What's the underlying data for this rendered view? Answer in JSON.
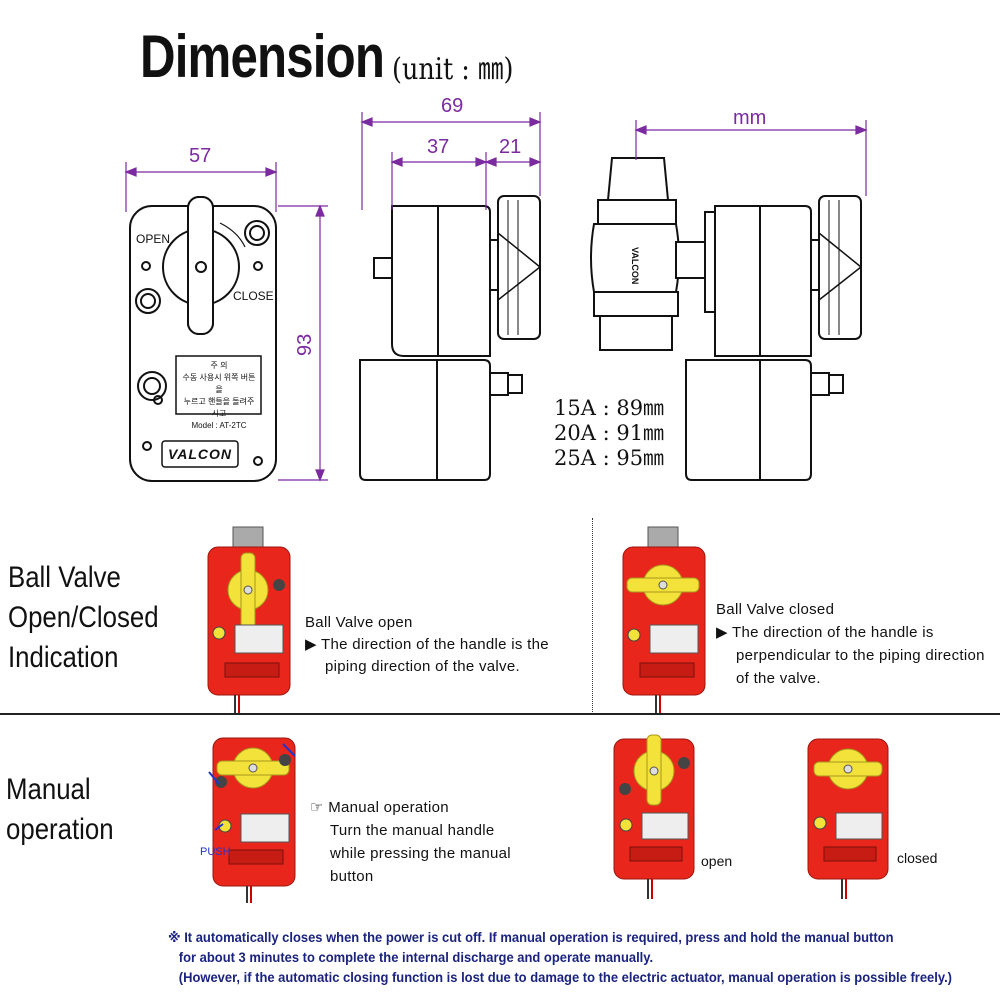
{
  "header": {
    "title": "Dimension",
    "unit": "(unit : ㎜)"
  },
  "dimensions": {
    "front_width": "57",
    "front_height": "93",
    "side_total": "69",
    "side_body": "37",
    "side_knob": "21",
    "assembly_label": "mm"
  },
  "device_labels": {
    "open": "OPEN",
    "close": "CLOSE",
    "plate_title": "주 의",
    "plate_line1": "수동 사용시 위쪽 버튼을",
    "plate_line2": "누르고 핸들을 돌려주시고",
    "plate_model": "Model : AT-2TC",
    "brand": "VALCON",
    "valve_brand": "VALCON"
  },
  "sizes": [
    {
      "size": "15A",
      "value": "89㎜"
    },
    {
      "size": "20A",
      "value": "91㎜"
    },
    {
      "size": "25A",
      "value": "95㎜"
    }
  ],
  "indication": {
    "title_lines": [
      "Ball Valve",
      "Open/Closed",
      "Indication"
    ],
    "open_caption": "Ball Valve open",
    "open_desc_1": "▶ The direction of the handle is the",
    "open_desc_2": "piping direction of the valve.",
    "closed_caption": "Ball Valve closed",
    "closed_desc_1": "▶ The direction of the handle is",
    "closed_desc_2": "perpendicular to the piping direction",
    "closed_desc_3": "of the valve."
  },
  "manual": {
    "title_lines": [
      "Manual",
      "operation"
    ],
    "push_label": "PUSH",
    "desc_1": "☞ Manual operation",
    "desc_2": "Turn the manual handle",
    "desc_3": "while pressing the manual",
    "desc_4": "button",
    "open_label": "open",
    "closed_label": "closed"
  },
  "note": {
    "line1": "※ It automatically closes when the power is cut off. If manual operation is required, press and hold the manual button",
    "line2": "   for about 3 minutes to complete the internal discharge and operate manually.",
    "line3": "   (However, if the automatic closing function is lost due to damage to the electric actuator, manual operation is possible freely.)"
  },
  "colors": {
    "dimension": "#7b2aa0",
    "actuator_red": "#e8261c",
    "handle_yellow": "#f2e23a",
    "note_blue": "#1a237e",
    "push_blue": "#2233cc"
  }
}
